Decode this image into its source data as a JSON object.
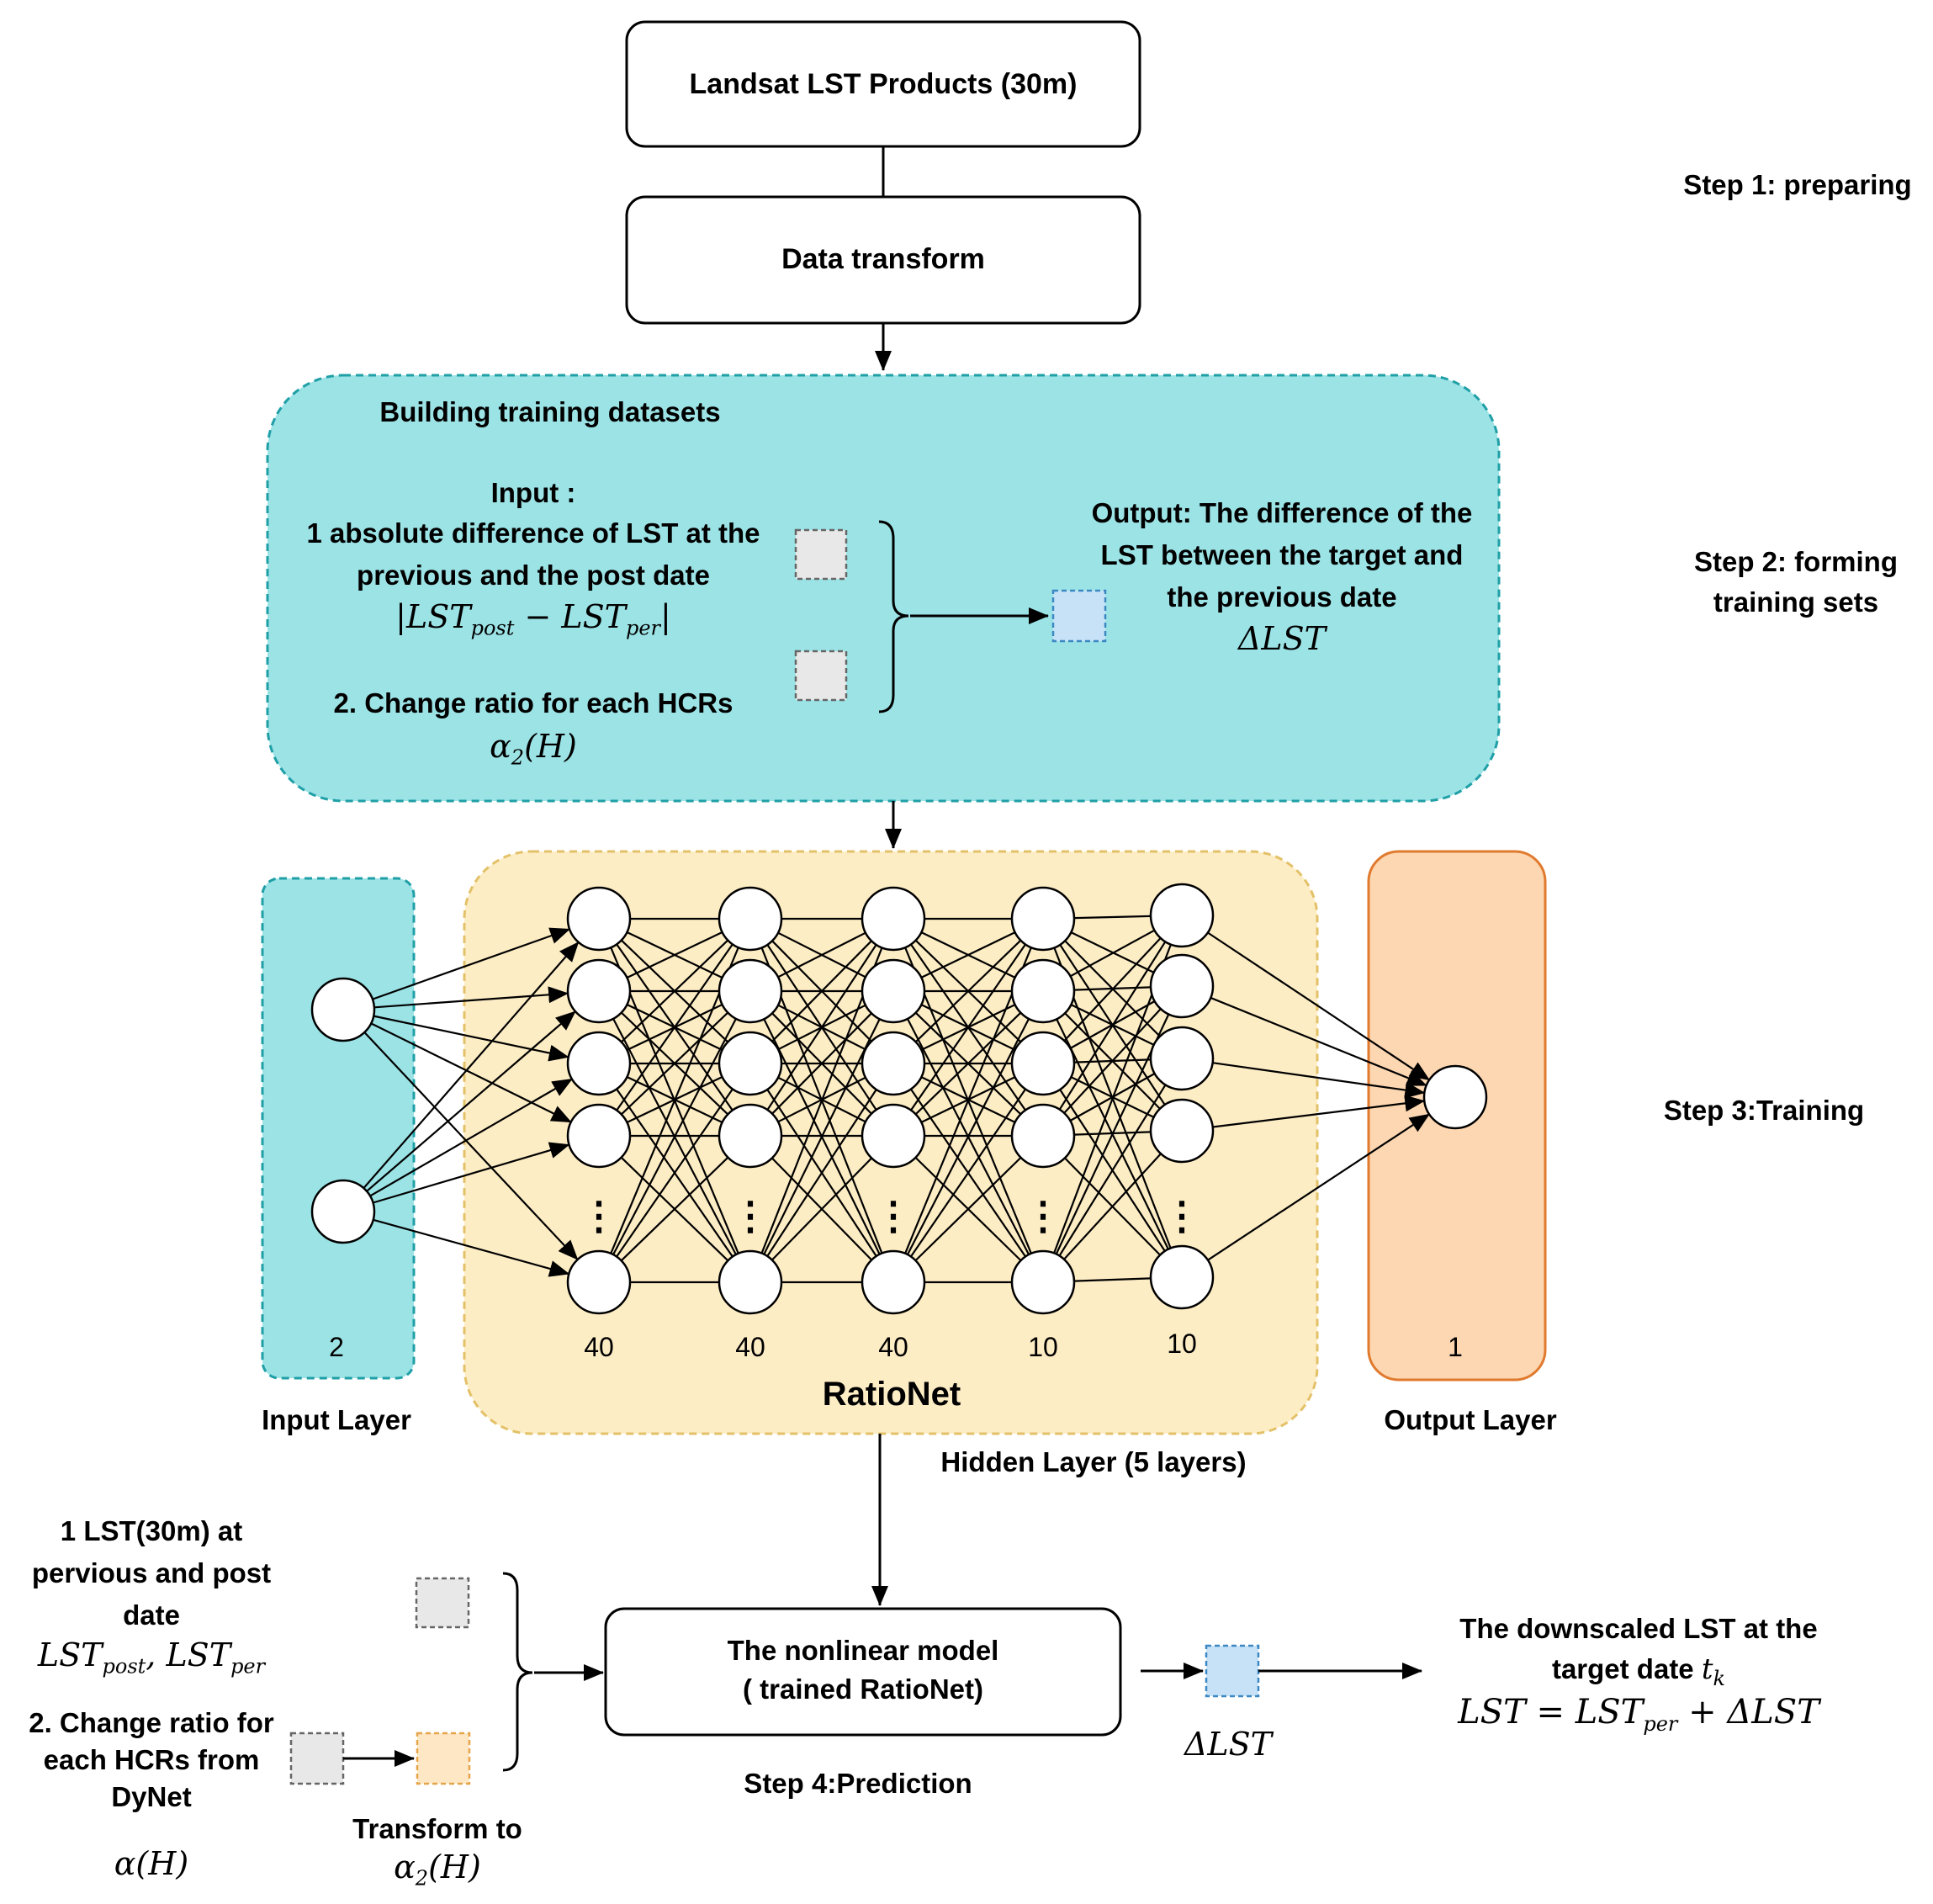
{
  "top": {
    "box1": "Landsat LST Products (30m)",
    "box2": "Data transform"
  },
  "steps": {
    "step1": "Step 1: preparing",
    "step2_l1": "Step 2: forming",
    "step2_l2": "training sets",
    "step3": "Step 3:Training",
    "step4": "Step 4:Prediction"
  },
  "training": {
    "title": "Building training datasets",
    "input_label": "Input :",
    "input1_l1": "1 absolute difference of LST at the",
    "input1_l2": "previous and the post date",
    "input1_formula_a": "|LST",
    "input1_formula_a_sub": "post",
    "input1_formula_b": " − LST",
    "input1_formula_b_sub": "per",
    "input1_formula_c": "|",
    "input2": "2. Change ratio for each HCRs",
    "input2_formula": "α",
    "input2_formula_sub": "2",
    "input2_formula_tail": "(H)",
    "output_l1": "Output:  The difference of the",
    "output_l2": "LST between the target and",
    "output_l3": "the previous date",
    "output_formula": "ΔLST"
  },
  "network": {
    "input_count": "2",
    "input_layer": "Input Layer",
    "hidden_counts": [
      "40",
      "40",
      "40",
      "10",
      "10"
    ],
    "model_name": "RatioNet",
    "hidden_layer": "Hidden Layer (5 layers)",
    "output_count": "1",
    "output_layer": "Output Layer",
    "ellipsis": "⋮"
  },
  "prediction": {
    "in1_l1": "1 LST(30m) at",
    "in1_l2": "pervious and post",
    "in1_l3": "date",
    "in1_formula_a": "LST",
    "in1_formula_a_sub": "post",
    "in1_formula_b": ", LST",
    "in1_formula_b_sub": "per",
    "in2_l1": "2. Change ratio for",
    "in2_l2": "each HCRs from",
    "in2_l3": "DyNet",
    "in2_formula": "α(H)",
    "transform_label": "Transform to",
    "transform_formula": "α",
    "transform_formula_sub": "2",
    "transform_formula_tail": "(H)",
    "model_l1": "The nonlinear model",
    "model_l2": "( trained RatioNet)",
    "delta_formula": "ΔLST",
    "result_l1": "The downscaled LST at the",
    "result_l2": "target date ",
    "result_var": "t",
    "result_var_sub": "k",
    "result_formula_a": "LST = LST",
    "result_formula_sub": "per",
    "result_formula_b": " + ΔLST"
  },
  "colors": {
    "teal_fill": "#9ce3e6",
    "teal_border": "#1f9fa6",
    "yellow_fill": "#fdedc5",
    "yellow_border": "#e3c168",
    "orange_fill": "#fdd7b2",
    "orange_border": "#e07a2e",
    "blue_fill": "#c7e2f7",
    "blue_border": "#3b88c3",
    "gray_fill": "#e8e8e8",
    "gray_border": "#666666",
    "lightorange_fill": "#fde7c4",
    "lightorange_border": "#e6a54a"
  }
}
